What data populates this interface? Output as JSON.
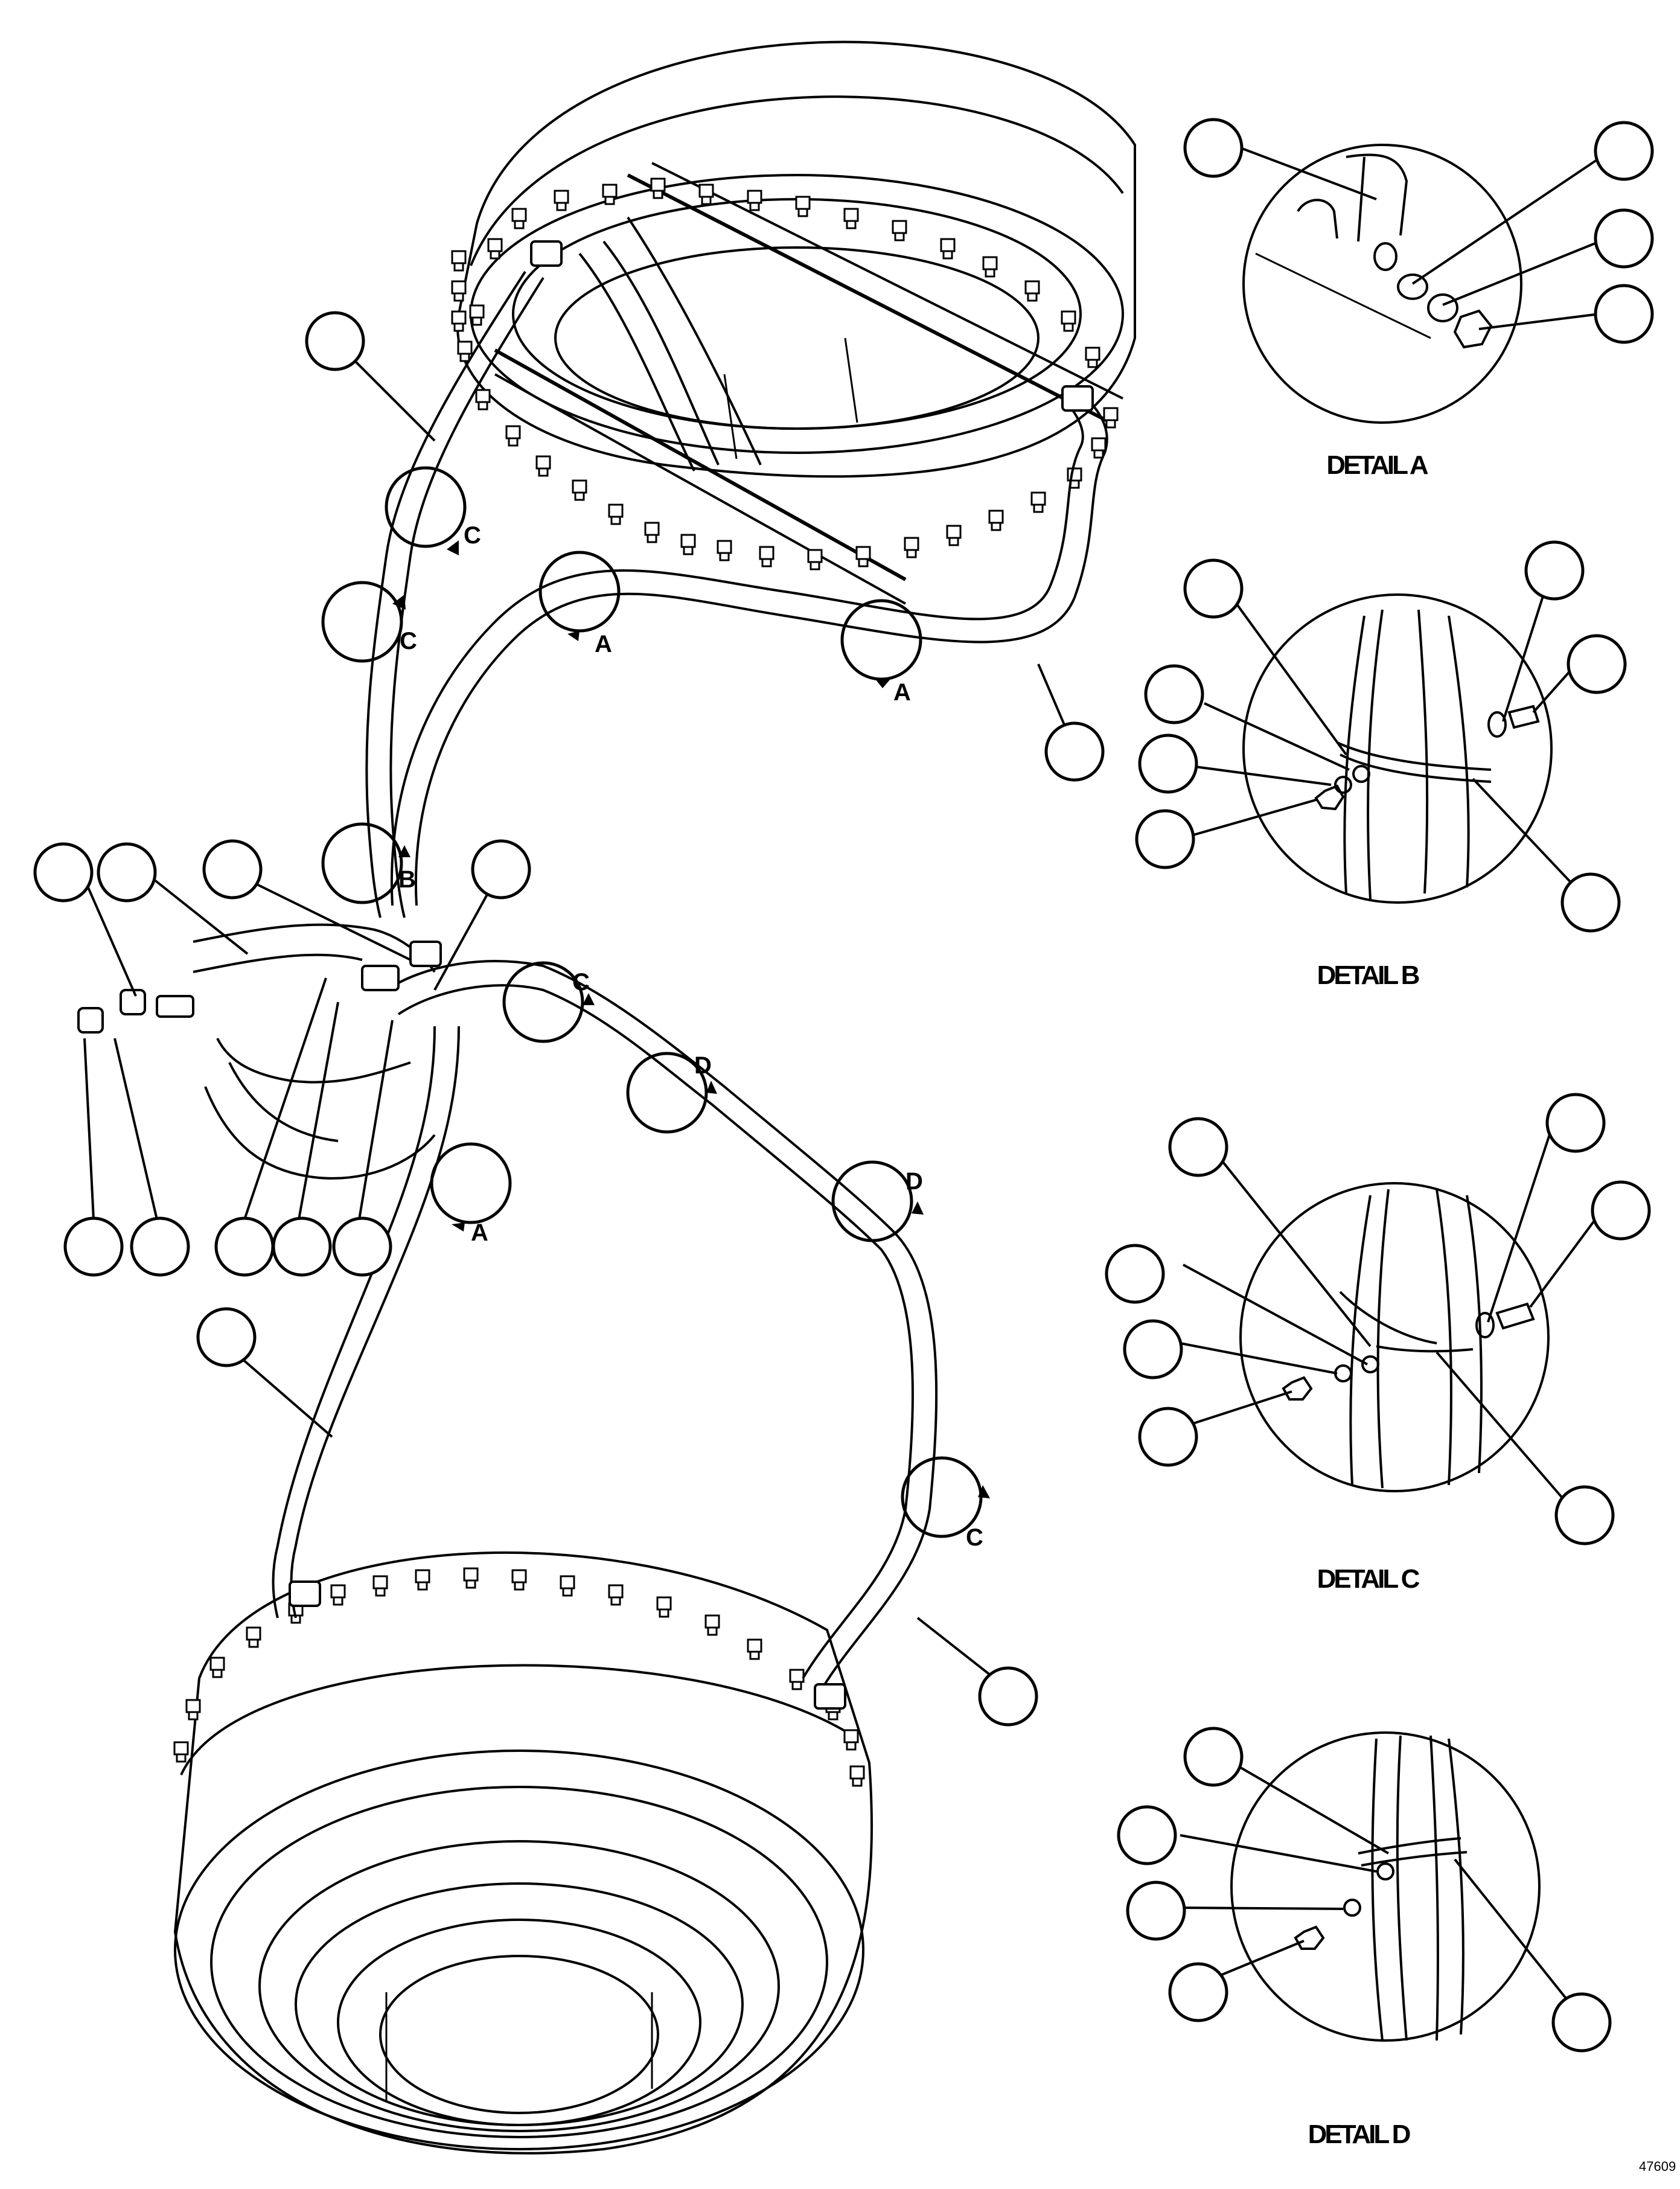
{
  "details": [
    {
      "id": "A",
      "title": "DETAIL A"
    },
    {
      "id": "B",
      "title": "DETAIL B"
    },
    {
      "id": "C",
      "title": "DETAIL C"
    },
    {
      "id": "D",
      "title": "DETAIL D"
    }
  ],
  "view_markers": [
    "C",
    "C",
    "A",
    "A",
    "B",
    "C",
    "D",
    "D",
    "A",
    "C"
  ],
  "figure_number": "47609",
  "colors": {
    "line": "#000000",
    "background": "#ffffff"
  }
}
